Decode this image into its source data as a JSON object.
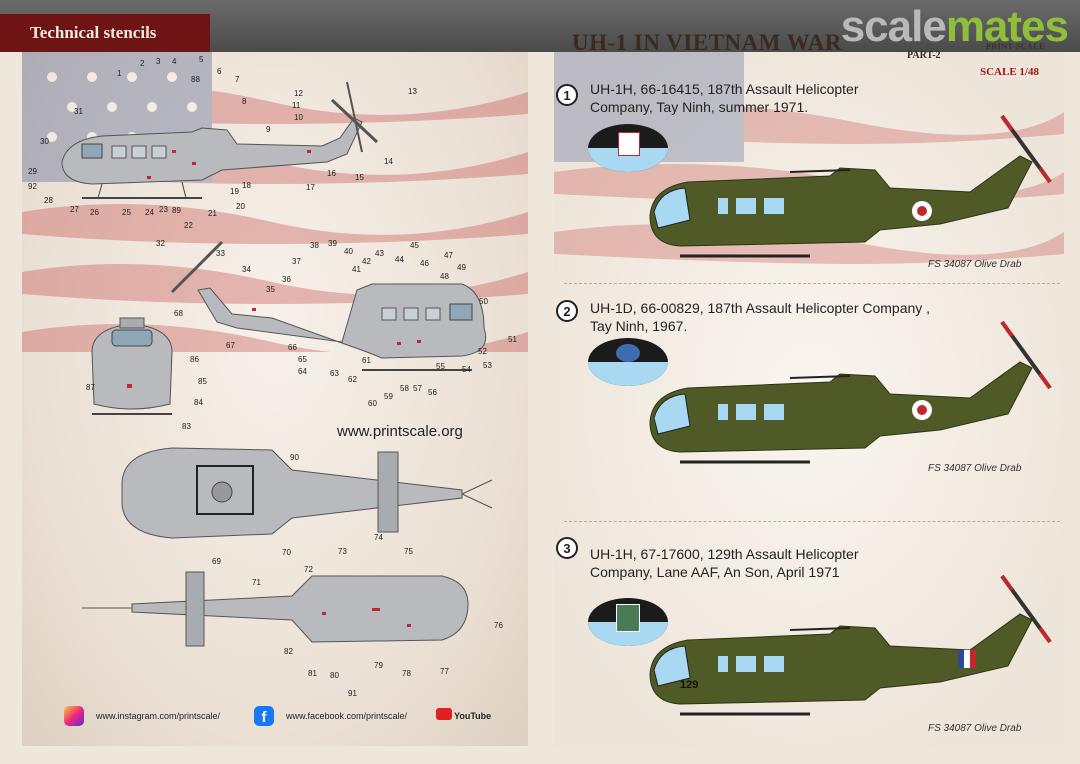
{
  "header": {
    "section_tab": "Technical stencils",
    "watermark_part1": "scale",
    "watermark_part2": "mates",
    "title": "UH-1 IN VIETNAM WAR",
    "part": "PART-2",
    "brand": "PRINT-SCALE",
    "scale": "SCALE 1/48"
  },
  "colors": {
    "olive_drab": "#4f5a26",
    "stencil_red": "#c0282c",
    "tab_red": "#6e1414",
    "window_blue": "#a9d8f2"
  },
  "left": {
    "website": "www.printscale.org",
    "callouts_side_top": [
      "1",
      "2",
      "3",
      "4",
      "5",
      "88",
      "6",
      "7",
      "8",
      "9",
      "10",
      "11",
      "12",
      "13",
      "14",
      "15",
      "16",
      "17",
      "18",
      "19",
      "20",
      "21",
      "22",
      "23",
      "24",
      "25",
      "26",
      "27",
      "28",
      "29",
      "30",
      "31",
      "89",
      "92"
    ],
    "callouts_side_bottom": [
      "32",
      "33",
      "34",
      "35",
      "36",
      "37",
      "38",
      "39",
      "40",
      "41",
      "42",
      "43",
      "44",
      "45",
      "46",
      "47",
      "48",
      "49",
      "50",
      "51",
      "52",
      "53",
      "54",
      "55",
      "56",
      "57",
      "58",
      "59",
      "60",
      "61",
      "62",
      "63",
      "64",
      "65",
      "66",
      "67",
      "68"
    ],
    "callouts_front": [
      "83",
      "84",
      "85",
      "86",
      "87"
    ],
    "callouts_top_view": [
      "69",
      "70",
      "90"
    ],
    "callouts_bottom_view": [
      "71",
      "72",
      "73",
      "74",
      "75",
      "76",
      "77",
      "78",
      "79",
      "80",
      "81",
      "82",
      "91"
    ],
    "social": {
      "instagram": "www.instagram.com/printscale/",
      "facebook": "www.facebook.com/printscale/",
      "youtube": "YouTube",
      "instagram_icon": "instagram-icon",
      "facebook_icon": "facebook-icon",
      "youtube_icon": "youtube-icon"
    }
  },
  "variants": [
    {
      "number": "1",
      "line1": "UH-1H, 66-16415, 187th Assault Helicopter",
      "line2": "Company, Tay Ninh, summer 1971.",
      "paint": "FS 34087 Olive Drab",
      "nose_number": ""
    },
    {
      "number": "2",
      "line1": "UH-1D, 66-00829, 187th Assault Helicopter Company ,",
      "line2": "Tay Ninh, 1967.",
      "paint": "FS 34087 Olive Drab",
      "nose_number": ""
    },
    {
      "number": "3",
      "line1": "UH-1H, 67-17600, 129th Assault Helicopter",
      "line2": "Company, Lane AAF, An Son, April 1971",
      "paint": "FS 34087 Olive Drab",
      "nose_number": "129"
    }
  ]
}
